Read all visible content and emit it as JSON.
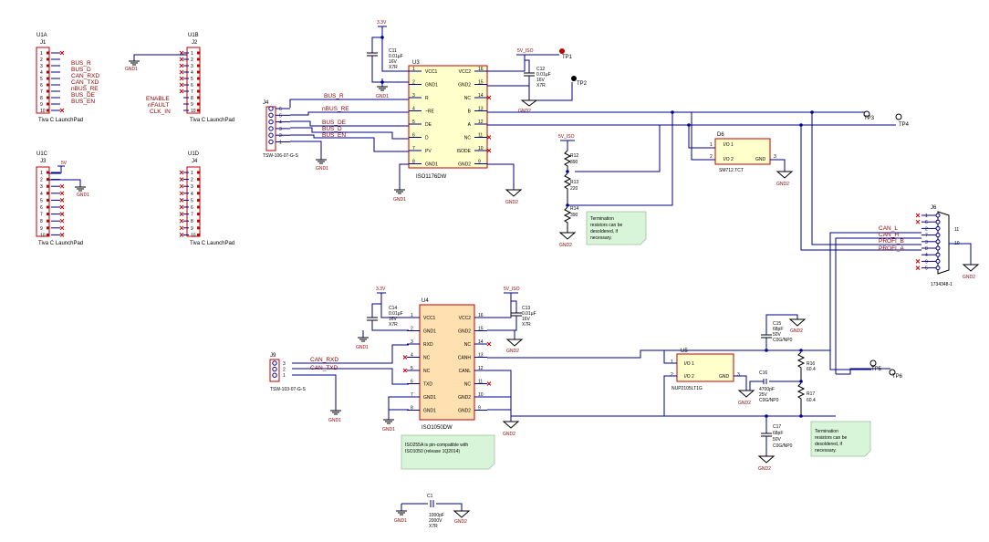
{
  "launchpad": {
    "u1a_ref": "U1A",
    "u1a_conn": "J1",
    "u1b_ref": "U1B",
    "u1b_conn": "J2",
    "u1c_ref": "U1C",
    "u1c_conn": "J3",
    "u1d_ref": "U1D",
    "u1d_conn": "J4",
    "part_label": "Tiva C LaunchPad",
    "j1_nets": [
      "BUS_R",
      "BUS_D",
      "CAN_RXD",
      "CAN_TXD",
      "nBUS_RE",
      "BUS_DE",
      "BUS_EN"
    ],
    "j2_nets": [
      "ENABLE",
      "nFAULT",
      "CLK_IN"
    ],
    "pins": [
      "1",
      "2",
      "3",
      "4",
      "5",
      "6",
      "7",
      "8",
      "9",
      "10"
    ]
  },
  "power": {
    "v33": "3.3V",
    "v5": "5V",
    "v5iso": "5V_ISO",
    "gnd1": "GND1",
    "gnd2": "GND2"
  },
  "j4": {
    "ref": "J4",
    "part": "TSW-106-07-G-S",
    "pins": [
      "6",
      "5",
      "4",
      "3",
      "2",
      "1"
    ]
  },
  "u3": {
    "ref": "U3",
    "part": "ISO1176DW",
    "left_pins": [
      {
        "num": "1",
        "name": "VCC1"
      },
      {
        "num": "2",
        "name": "GND1"
      },
      {
        "num": "3",
        "name": "R"
      },
      {
        "num": "4",
        "name": "~RE"
      },
      {
        "num": "5",
        "name": "DE"
      },
      {
        "num": "6",
        "name": "D"
      },
      {
        "num": "7",
        "name": "PV"
      },
      {
        "num": "8",
        "name": "GND1"
      }
    ],
    "right_pins": [
      {
        "num": "16",
        "name": "VCC2"
      },
      {
        "num": "15",
        "name": "GND2"
      },
      {
        "num": "14",
        "name": "NC"
      },
      {
        "num": "13",
        "name": "B"
      },
      {
        "num": "12",
        "name": "A"
      },
      {
        "num": "11",
        "name": "NC"
      },
      {
        "num": "10",
        "name": "ISODE"
      },
      {
        "num": "9",
        "name": "GND2"
      }
    ],
    "nets": [
      "BUS_R",
      "nBUS_RE",
      "BUS_DE",
      "BUS_D",
      "BUS_EN"
    ]
  },
  "c11": {
    "ref": "C11",
    "value": "0.01µF",
    "voltage": "16V",
    "dielectric": "X7R"
  },
  "c12": {
    "ref": "C12",
    "value": "0.01µF",
    "voltage": "16V",
    "dielectric": "X7R"
  },
  "tp1": "TP1",
  "tp2": "TP2",
  "tp3": "TP3",
  "tp4": "TP4",
  "tp5": "TP5",
  "tp6": "TP6",
  "d6": {
    "ref": "D6",
    "part": "SM712.TCT",
    "pins": [
      "I/O 1",
      "I/O 2",
      "GND"
    ],
    "nums": [
      "1",
      "2",
      "3"
    ]
  },
  "r12": {
    "ref": "R12",
    "value": "390"
  },
  "r13": {
    "ref": "R13",
    "value": "220"
  },
  "r14": {
    "ref": "R14",
    "value": "390"
  },
  "note1": {
    "lines": [
      "Termination",
      "resistors can be",
      "desoldered, if",
      "necessary."
    ]
  },
  "j6": {
    "ref": "J6",
    "part": "1734348-1",
    "nets": [
      "CAN_L",
      "CAN_H",
      "PROFI_B",
      "PROFI_A"
    ],
    "pins": [
      "1",
      "6",
      "2",
      "7",
      "3",
      "8",
      "4",
      "9",
      "5"
    ],
    "shell": [
      "11",
      "10"
    ]
  },
  "u4": {
    "ref": "U4",
    "part": "ISO1050DW",
    "left_pins": [
      {
        "num": "1",
        "name": "VCC1"
      },
      {
        "num": "2",
        "name": "GND1"
      },
      {
        "num": "3",
        "name": "RXD"
      },
      {
        "num": "4",
        "name": "NC"
      },
      {
        "num": "5",
        "name": "NC"
      },
      {
        "num": "6",
        "name": "TXD"
      },
      {
        "num": "7",
        "name": "GND1"
      },
      {
        "num": "8",
        "name": "GND1"
      }
    ],
    "right_pins": [
      {
        "num": "16",
        "name": "VCC2"
      },
      {
        "num": "15",
        "name": "GND2"
      },
      {
        "num": "14",
        "name": "NC"
      },
      {
        "num": "13",
        "name": "CANH"
      },
      {
        "num": "12",
        "name": "CANL"
      },
      {
        "num": "11",
        "name": "NC"
      },
      {
        "num": "10",
        "name": "GND2"
      },
      {
        "num": "9",
        "name": "GND2"
      }
    ]
  },
  "c14": {
    "ref": "C14",
    "value": "0.01µF",
    "voltage": "16V",
    "dielectric": "X7R"
  },
  "c13": {
    "ref": "C13",
    "value": "0.01µF",
    "voltage": "16V",
    "dielectric": "X7R"
  },
  "j9": {
    "ref": "J9",
    "part": "TSW-103-07-G-S",
    "pins": [
      "3",
      "2",
      "1"
    ],
    "nets": [
      "CAN_RXD",
      "CAN_TXD"
    ]
  },
  "u5": {
    "ref": "U5",
    "part": "NUP2105LT1G",
    "pins": [
      "I/O 1",
      "I/O 2",
      "GND"
    ],
    "nums": [
      "1",
      "2",
      "3"
    ]
  },
  "c15": {
    "ref": "C15",
    "value": "68pF",
    "voltage": "50V",
    "dielectric": "C0G/NP0"
  },
  "c16": {
    "ref": "C16",
    "value": "4700pF",
    "voltage": "25V",
    "dielectric": "C0G/NP0"
  },
  "c17": {
    "ref": "C17",
    "value": "68pF",
    "voltage": "50V",
    "dielectric": "C0G/NP0"
  },
  "r16": {
    "ref": "R16",
    "value": "60.4"
  },
  "r17": {
    "ref": "R17",
    "value": "60.4"
  },
  "note2": {
    "lines": [
      "Termination",
      "resistors can be",
      "desoldered, if",
      "necessary."
    ]
  },
  "note3": {
    "lines": [
      "ISO255A is pin-compatible with",
      "ISO1050 (release 1Q2014)"
    ]
  },
  "c1": {
    "ref": "C1",
    "value": "1000pF",
    "voltage": "2000V",
    "dielectric": "X7R"
  }
}
